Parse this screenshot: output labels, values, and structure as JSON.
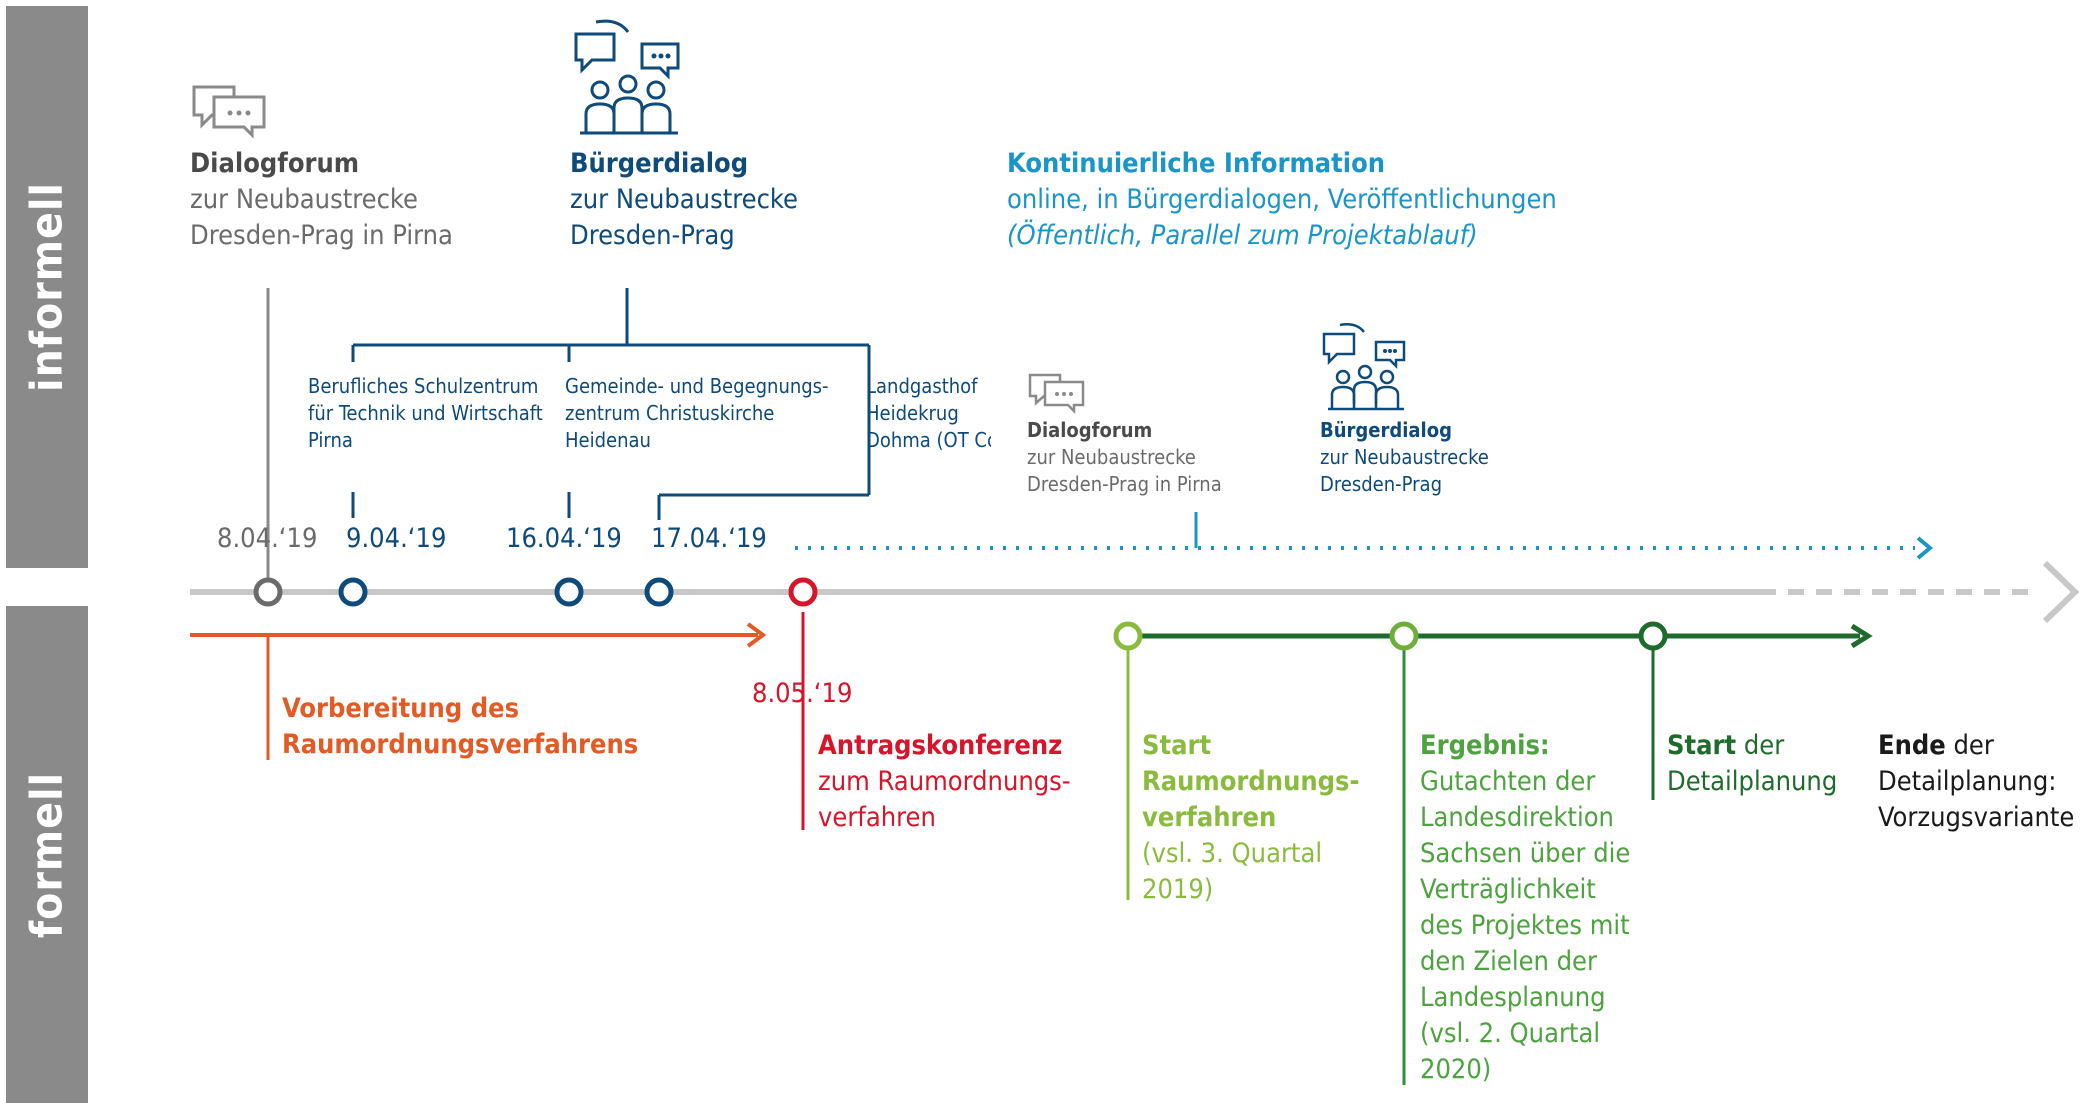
{
  "sidebar": {
    "informal": "informell",
    "formal": "formell"
  },
  "top_events": {
    "dialogforum": {
      "title": "Dialogforum",
      "line1": "zur Neubaustrecke",
      "line2": "Dresden-Prag in Pirna"
    },
    "buergerdialog": {
      "title": "Bürgerdialog",
      "line1": "zur Neubaustrecke",
      "line2": "Dresden-Prag"
    },
    "info": {
      "title": "Kontinuierliche Information",
      "line1": "online, in Bürgerdialogen, Veröffentlichungen",
      "line2": "(Öffentlich, Parallel zum Projektablauf)"
    }
  },
  "venues": {
    "v1": {
      "line1": "Berufliches Schulzentrum",
      "line2": "für Technik und Wirtschaft",
      "line3": "Pirna"
    },
    "v2": {
      "line1": "Gemeinde- und Begegnungs-",
      "line2": "zentrum Christuskirche",
      "line3": "Heidenau"
    },
    "v3": {
      "line1": "Landgasthof",
      "line2": "Heidekrug",
      "line3": "Dohma (OT Co"
    }
  },
  "small_events": {
    "dialogforum": {
      "title": "Dialogforum",
      "line1": "zur Neubaustrecke",
      "line2": "Dresden-Prag in Pirna"
    },
    "buergerdialog": {
      "title": "Bürgerdialog",
      "line1": "zur Neubaustrecke",
      "line2": "Dresden-Prag"
    }
  },
  "dates": {
    "d1": "8.04.‘19",
    "d2": "9.04.‘19",
    "d3": "16.04.‘19",
    "d4": "17.04.‘19",
    "d5": "8.05.‘19"
  },
  "formal": {
    "vorbereitung": {
      "line1": "Vorbereitung des",
      "line2": "Raumordnungsverfahrens"
    },
    "antrag": {
      "title": "Antragskonferenz",
      "line1": "zum Raumordnungs-",
      "line2": "verfahren"
    },
    "start_rov": {
      "line1": "Start",
      "line2": "Raumordnungs-",
      "line3": "verfahren",
      "line4": "(vsl. 3. Quartal",
      "line5": "2019)"
    },
    "ergebnis": {
      "title": "Ergebnis:",
      "line1": "Gutachten der",
      "line2": "Landesdirektion",
      "line3": "Sachsen über die",
      "line4": "Verträglichkeit",
      "line5": "des Projektes mit",
      "line6": "den Zielen der",
      "line7": "Landesplanung",
      "line8": "(vsl. 2. Quartal",
      "line9": "2020)"
    },
    "start_detail": {
      "bold": "Start",
      "rest": " der",
      "line2": "Detailplanung"
    },
    "ende_detail": {
      "bold": "Ende",
      "rest": " der",
      "line2": "Detailplanung:",
      "line3": "Vorzugsvariante"
    }
  },
  "colors": {
    "gray": "#6b6b6b",
    "navy": "#0e4a7a",
    "cyan": "#1a95c7",
    "orange": "#e35a24",
    "red": "#d6152b",
    "light_green": "#8bbb3e",
    "dark_green": "#2e8f3a",
    "darkest_green": "#1f6b2d",
    "sidebar": "#8a8a8a"
  },
  "icons": [
    "chat-bubbles-icon",
    "people-dialogue-icon"
  ]
}
